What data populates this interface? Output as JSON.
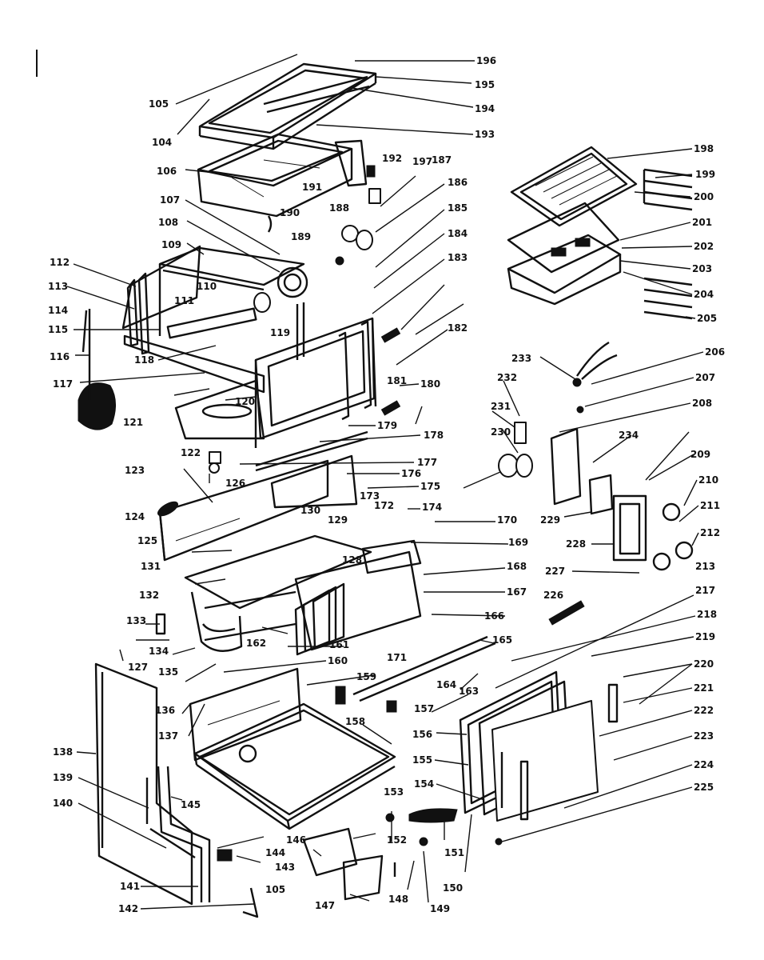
{
  "diagram": {
    "part_numbers": [
      "105",
      "104",
      "106",
      "107",
      "108",
      "109",
      "112",
      "113",
      "114",
      "115",
      "116",
      "117",
      "118",
      "111",
      "110",
      "119",
      "120",
      "121",
      "122",
      "123",
      "124",
      "125",
      "126",
      "131",
      "132",
      "133",
      "134",
      "135",
      "136",
      "137",
      "138",
      "139",
      "140",
      "141",
      "142",
      "105",
      "143",
      "144",
      "145",
      "146",
      "147",
      "148",
      "149",
      "150",
      "151",
      "152",
      "153",
      "154",
      "155",
      "156",
      "157",
      "158",
      "159",
      "160",
      "161",
      "162",
      "163",
      "164",
      "165",
      "166",
      "167",
      "168",
      "169",
      "170",
      "171",
      "172",
      "173",
      "174",
      "175",
      "176",
      "177",
      "178",
      "179",
      "180",
      "181",
      "182",
      "183",
      "184",
      "185",
      "186",
      "187",
      "188",
      "189",
      "190",
      "191",
      "192",
      "193",
      "194",
      "195",
      "196",
      "197",
      "198",
      "199",
      "200",
      "201",
      "202",
      "203",
      "204",
      "205",
      "206",
      "207",
      "208",
      "209",
      "210",
      "211",
      "212",
      "213",
      "217",
      "218",
      "219",
      "220",
      "221",
      "222",
      "223",
      "224",
      "225",
      "226",
      "227",
      "228",
      "229",
      "230",
      "231",
      "232",
      "233",
      "234",
      "127",
      "128",
      "129",
      "130"
    ]
  }
}
